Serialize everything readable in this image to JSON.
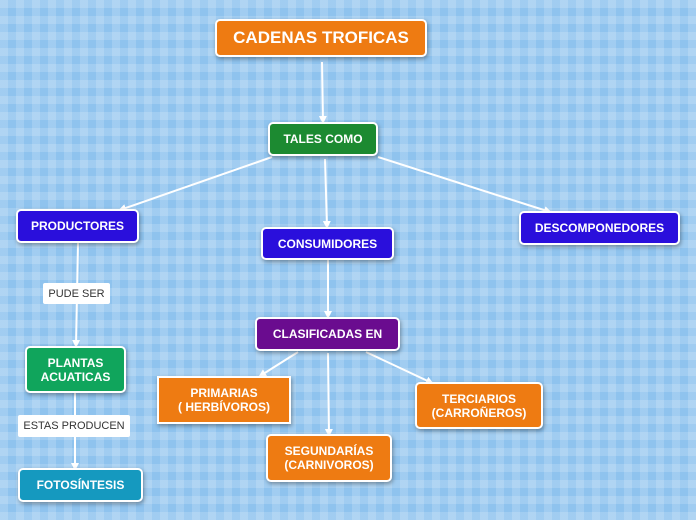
{
  "colors": {
    "orange": "#ee7b12",
    "green": "#1c8a31",
    "blue": "#2a0fdc",
    "purple": "#6a0c8f",
    "emerald": "#10a55c",
    "teal": "#1599bf",
    "edge": "#ffffff"
  },
  "nodes": {
    "title": "CADENAS TROFICAS",
    "tales_como": "TALES COMO",
    "productores": "PRODUCTORES",
    "consumidores": "CONSUMIDORES",
    "descomponedores": "DESCOMPONEDORES",
    "clasificadas_en": "CLASIFICADAS EN",
    "plantas_acuaticas": "PLANTAS\nACUATICAS",
    "primarias": "PRIMARIAS\n( HERBÍVOROS)",
    "terciarios": "TERCIARIOS\n(CARROÑEROS)",
    "segundarias": "SEGUNDARÍAS\n(CARNIVOROS)",
    "fotosintesis": "FOTOSÍNTESIS"
  },
  "link_labels": {
    "pude_ser": "PUDE SER",
    "estas_producen": "ESTAS PRODUCEN"
  }
}
